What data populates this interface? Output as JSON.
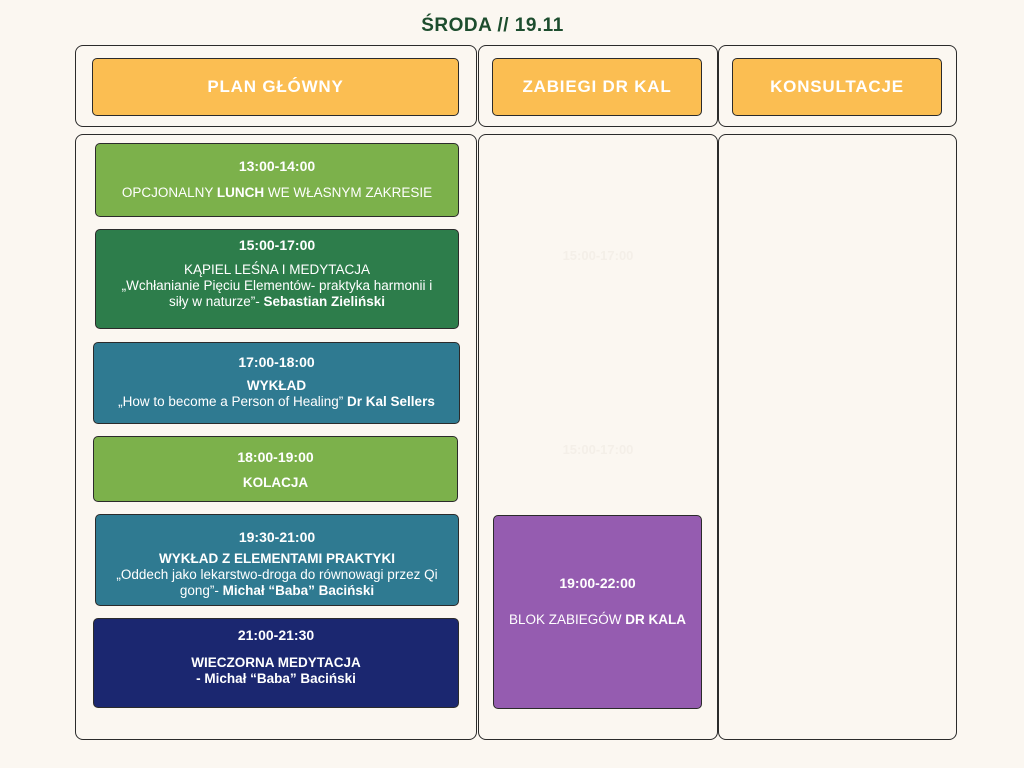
{
  "header": {
    "title": "ŚRODA // 19.11"
  },
  "columns": {
    "main": "PLAN GŁÓWNY",
    "treatments": "ZABIEGI DR KAL",
    "consultations": "KONSULTACJE"
  },
  "colors": {
    "accent_orange": "#fbbe52",
    "light_green": "#7cb14b",
    "dark_green": "#2d7d4b",
    "teal": "#2f7a91",
    "navy": "#1b2770",
    "purple": "#955cb0",
    "title_green": "#1d4d2e"
  },
  "events": {
    "lunch": {
      "time": "13:00-14:00",
      "pre": "OPCJONALNY ",
      "bold": "LUNCH",
      "post": " WE WŁASNYM ZAKRESIE"
    },
    "forest": {
      "time": "15:00-17:00",
      "line1": "KĄPIEL LEŚNA I MEDYTACJA",
      "line2": "„Wchłanianie Pięciu Elementów- praktyka harmonii i",
      "line3": "siły w naturze”- ",
      "speaker": "Sebastian Zieliński"
    },
    "lecture": {
      "time": "17:00-18:00",
      "heading": "WYKŁAD",
      "text": "„How to become a Person of Healing” ",
      "speaker": "Dr Kal Sellers"
    },
    "dinner": {
      "time": "18:00-19:00",
      "heading": "KOLACJA"
    },
    "practice": {
      "time": "19:30-21:00",
      "heading": "WYKŁAD Z ELEMENTAMI PRAKTYKI",
      "line1": "„Oddech jako lekarstwo-droga do równowagi przez Qi",
      "line2": "gong”- ",
      "speaker": "Michał “Baba” Baciński"
    },
    "meditation": {
      "time": "21:00-21:30",
      "heading": "WIECZORNA MEDYTACJA",
      "speaker": "- Michał “Baba” Baciński"
    },
    "treatments_block": {
      "time": "19:00-22:00",
      "pre": "BLOK ZABIEGÓW ",
      "bold": "DR KALA"
    }
  },
  "ghost_times": [
    "15:00-17:00",
    "15:00-17:00"
  ]
}
